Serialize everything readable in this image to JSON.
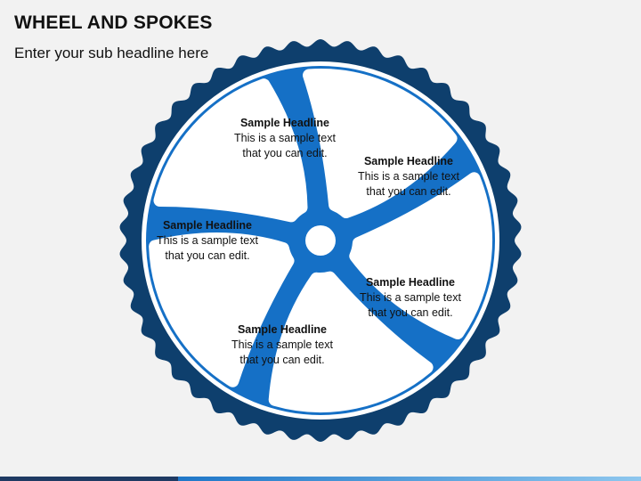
{
  "header": {
    "title": "WHEEL AND SPOKES",
    "subtitle": "Enter your sub headline here"
  },
  "colors": {
    "tire": "#0e3f6d",
    "rim_gap": "#ffffff",
    "spoke_blue": "#1570c6",
    "petal": "#ffffff",
    "text": "#111111"
  },
  "segments": [
    {
      "headline": "Sample Headline",
      "line1": "This is a sample text",
      "line2": "that you can edit."
    },
    {
      "headline": "Sample Headline",
      "line1": "This is a sample text",
      "line2": "that you can edit."
    },
    {
      "headline": "Sample Headline",
      "line1": "This is a sample text",
      "line2": "that you can edit."
    },
    {
      "headline": "Sample Headline",
      "line1": "This is a sample text",
      "line2": "that you can edit."
    },
    {
      "headline": "Sample Headline",
      "line1": "This is a sample text",
      "line2": "that you can edit."
    }
  ]
}
